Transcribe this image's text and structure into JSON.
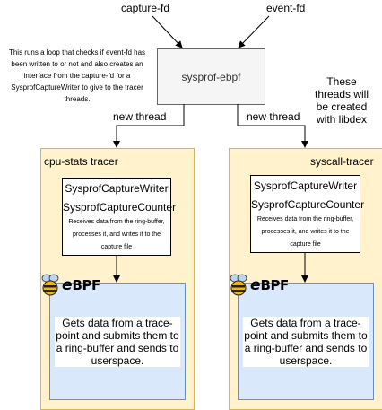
{
  "inputs": {
    "capture_fd": "capture-fd",
    "event_fd": "event-fd"
  },
  "loop_note": "This runs a loop that checks if event-fd has been written to or not and also creates an interface from the capture-fd for a SysprofCaptureWriter to give to the tracer threads.",
  "main_node": "sysprof-ebpf",
  "edge_labels": {
    "left": "new thread",
    "right": "new thread"
  },
  "threads_note": "These threads will be created with libdex",
  "tracers": {
    "left": {
      "title": "cpu-stats tracer",
      "writer": "SysprofCaptureWriter",
      "counter": "SysprofCaptureCounter",
      "desc": "Receives data from the ring-buffer, processes it, and writes it to the capture file",
      "ebpf_desc": "Gets data from a trace-point and submits them to a ring-buffer and sends to userspace."
    },
    "right": {
      "title": "syscall-tracer",
      "writer": "SysprofCaptureWriter",
      "counter": "SysprofCaptureCounter",
      "desc": "Receives data from the ring-buffer, processes it, and writes it to the capture file",
      "ebpf_desc": "Gets data from a trace-point and submits them to a ring-buffer and sends to userspace."
    }
  },
  "logo": {
    "e": "e",
    "bpf": "BPF",
    "icon": "bee-icon"
  },
  "colors": {
    "main_fill": "#f5f5f5",
    "main_stroke": "#666666",
    "tracer_fill": "#fff2cc",
    "tracer_stroke": "#d6b656",
    "ebpf_fill": "#dae8fc",
    "ebpf_stroke": "#6c8ebf"
  }
}
